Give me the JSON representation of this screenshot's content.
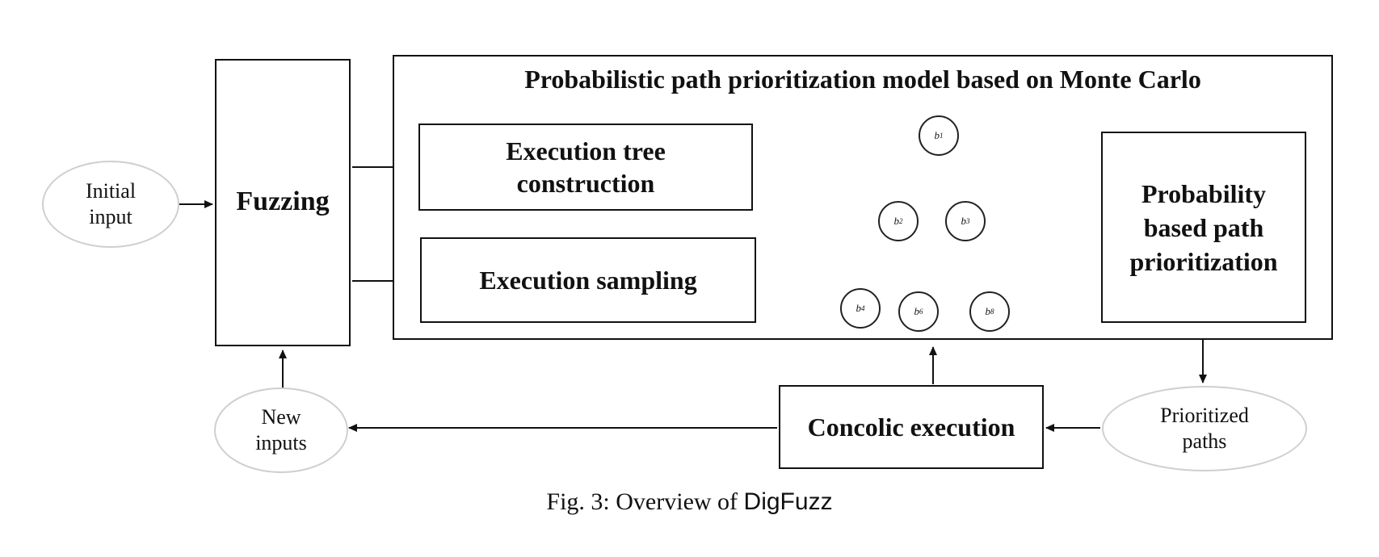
{
  "nodes": {
    "initial_input": "Initial input",
    "fuzzing": "Fuzzing",
    "model_title": "Probabilistic path prioritization model based on Monte Carlo",
    "execution_tree": "Execution tree construction",
    "execution_sampling": "Execution sampling",
    "probability_prioritization": "Probability based path prioritization",
    "prioritized_paths": "Prioritized paths",
    "concolic_execution": "Concolic execution",
    "new_inputs": "New inputs"
  },
  "tree": {
    "b1": {
      "base": "b",
      "sub": "1"
    },
    "b2": {
      "base": "b",
      "sub": "2"
    },
    "b3": {
      "base": "b",
      "sub": "3"
    },
    "b4": {
      "base": "b",
      "sub": "4"
    },
    "b6": {
      "base": "b",
      "sub": "6"
    },
    "b8": {
      "base": "b",
      "sub": "8"
    }
  },
  "caption": {
    "prefix": "Fig. 3: Overview of ",
    "tool": "DigFuzz"
  }
}
